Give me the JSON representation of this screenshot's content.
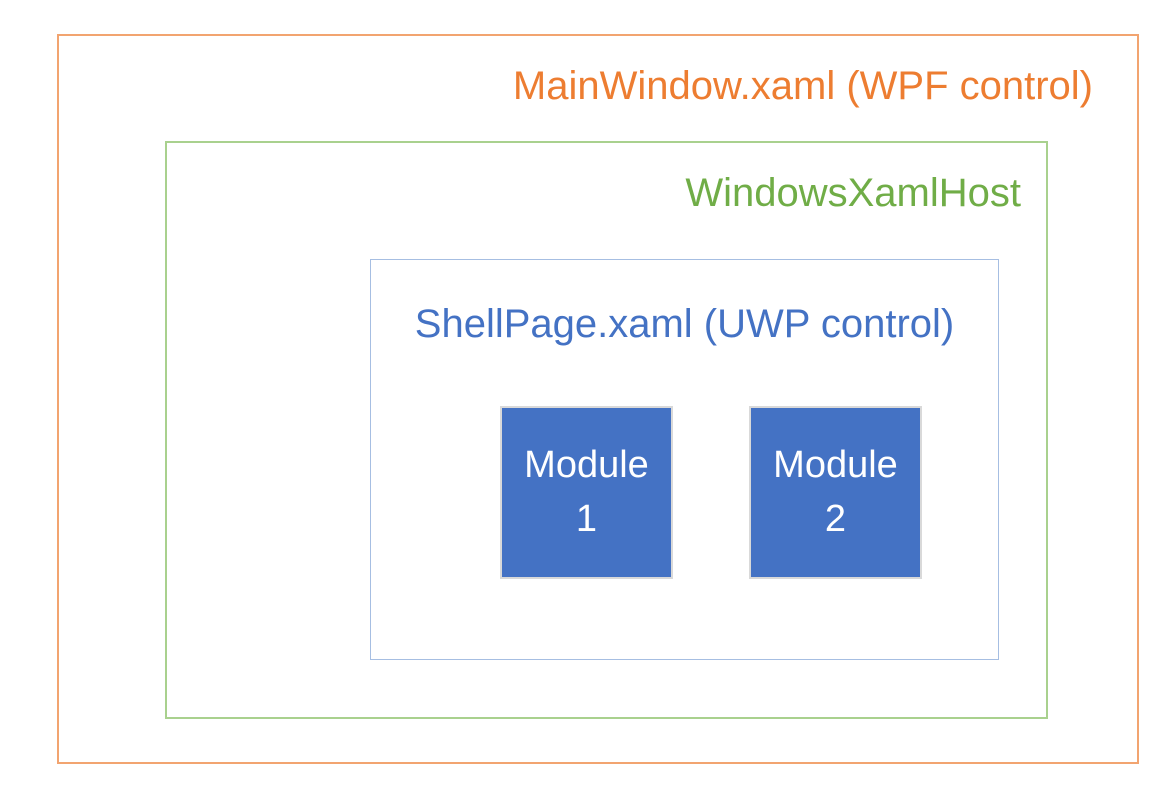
{
  "diagram": {
    "wpf_box": {
      "label": "MainWindow.xaml (WPF control)",
      "text_color": "#ED7D31",
      "border_color": "#F2A470"
    },
    "xaml_host_box": {
      "label": "WindowsXamlHost",
      "text_color": "#70AD47",
      "border_color": "#A9D18E"
    },
    "uwp_box": {
      "label": "ShellPage.xaml (UWP control)",
      "text_color": "#4472C4",
      "border_color": "#A6BEE2"
    },
    "modules": [
      {
        "name": "Module 1",
        "line1": "Module",
        "line2": "1"
      },
      {
        "name": "Module 2",
        "line1": "Module",
        "line2": "2"
      }
    ],
    "module_style": {
      "fill_color": "#4472C4",
      "text_color": "#FFFFFF",
      "border_color": "#D9D9D9"
    }
  }
}
